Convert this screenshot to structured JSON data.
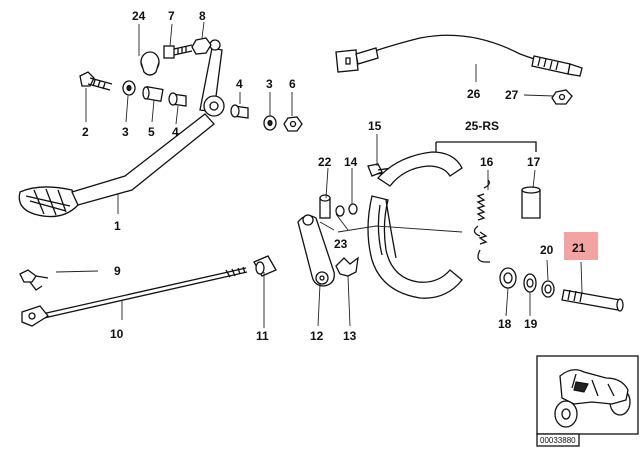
{
  "labels": {
    "p24": "24",
    "p7": "7",
    "p8": "8",
    "p2": "2",
    "p3a": "3",
    "p5": "5",
    "p4a": "4",
    "p4b": "4",
    "p3b": "3",
    "p6": "6",
    "p1": "1",
    "p9": "9",
    "p10": "10",
    "p26": "26",
    "p27": "27",
    "p15": "15",
    "p25rs": "25-RS",
    "p22": "22",
    "p14": "14",
    "p16": "16",
    "p17": "17",
    "p23": "23",
    "p20": "20",
    "p21": "21",
    "p11": "11",
    "p12": "12",
    "p13": "13",
    "p18": "18",
    "p19": "19"
  },
  "highlighted_part": "21",
  "highlight_color": "#f4a3a3",
  "reference_code": "00033880",
  "thumbnail": {
    "icon": "motorcycle-icon"
  }
}
